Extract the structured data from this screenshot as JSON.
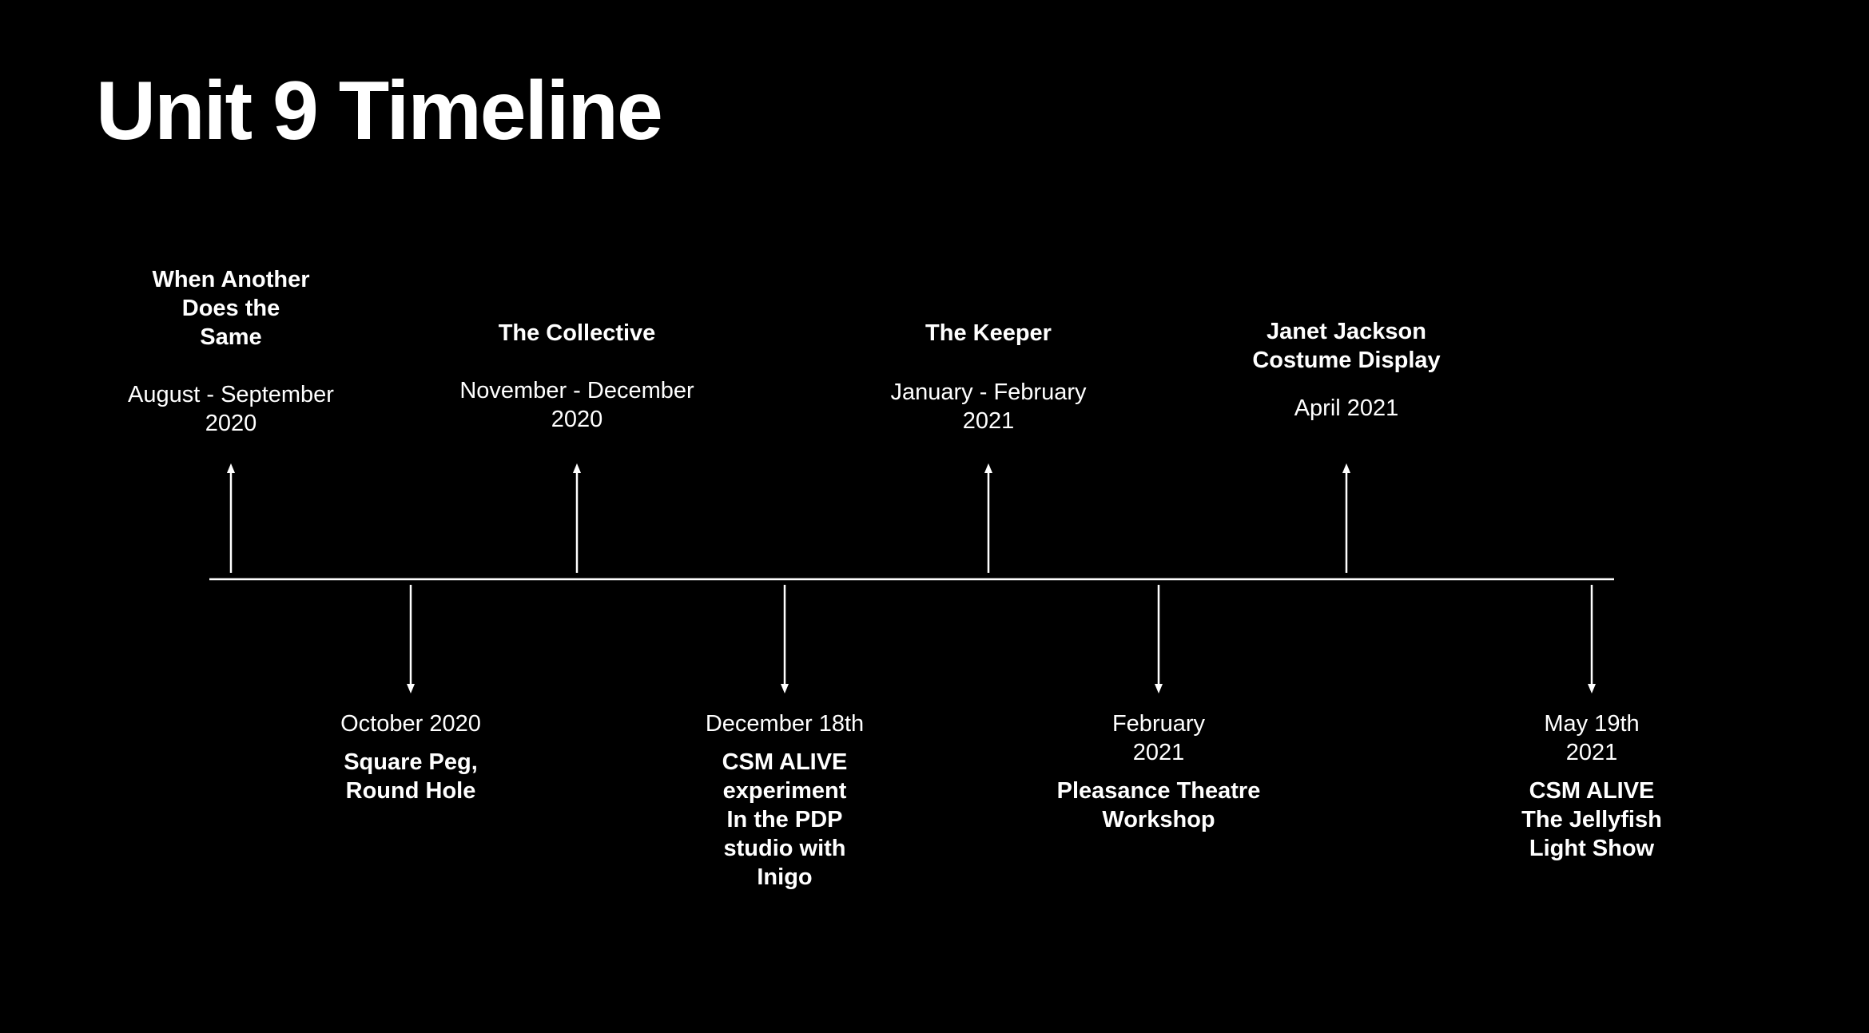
{
  "title": "Unit 9 Timeline",
  "colors": {
    "background": "#000000",
    "foreground": "#ffffff"
  },
  "events_above": [
    {
      "name": "When Another\nDoes the\nSame",
      "date": "August - September\n2020"
    },
    {
      "name": "The Collective",
      "date": "November - December\n2020"
    },
    {
      "name": "The Keeper",
      "date": "January - February\n2021"
    },
    {
      "name": "Janet Jackson\nCostume Display",
      "date": "April 2021"
    }
  ],
  "events_below": [
    {
      "date": "October 2020",
      "name": "Square Peg,\nRound Hole"
    },
    {
      "date": "December 18th",
      "name": "CSM ALIVE\nexperiment\nIn the PDP\nstudio with\nInigo"
    },
    {
      "date": "February\n2021",
      "name": "Pleasance Theatre\nWorkshop"
    },
    {
      "date": "May 19th\n2021",
      "name": "CSM ALIVE\nThe Jellyfish\nLight Show"
    }
  ]
}
